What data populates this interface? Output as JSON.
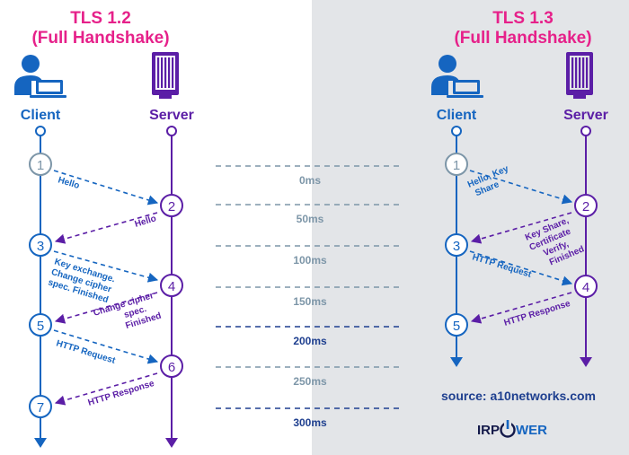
{
  "colors": {
    "magenta": "#e6218a",
    "blue": "#1565c0",
    "purple": "#5b1ea6",
    "slate": "#7d96a8",
    "navy": "#1e3f8f",
    "right_bg": "#e3e5e8"
  },
  "icons": {
    "client": "user-laptop-icon",
    "server": "server-rack-icon",
    "logo": "power-icon"
  },
  "tls12": {
    "title": "TLS 1.2",
    "subtitle": "(Full Handshake)",
    "client_label": "Client",
    "server_label": "Server",
    "steps": [
      "1",
      "2",
      "3",
      "4",
      "5",
      "6",
      "7"
    ],
    "messages": {
      "hello_c": "Hello",
      "hello_s": "Hello",
      "key_1": "Key exchange.",
      "key_2": "Change cipher",
      "key_3": "spec. Finished",
      "ccs_1": "Change cipher",
      "ccs_2": "spec.",
      "ccs_3": "Finished",
      "http_req": "HTTP Request",
      "http_resp": "HTTP Response"
    }
  },
  "tls13": {
    "title": "TLS 1.3",
    "subtitle": "(Full Handshake)",
    "client_label": "Client",
    "server_label": "Server",
    "steps": [
      "1",
      "2",
      "3",
      "4",
      "5"
    ],
    "messages": {
      "hello_1": "Hello, Key",
      "hello_2": "Share",
      "ks_1": "Key Share,",
      "ks_2": "Certificate",
      "ks_3": "Verify,",
      "ks_4": "Finished",
      "http_req": "HTTP Request",
      "http_resp": "HTTP Response"
    }
  },
  "timeline": [
    "0ms",
    "50ms",
    "100ms",
    "150ms",
    "200ms",
    "250ms",
    "300ms"
  ],
  "source": "source: a10networks.com",
  "logo": {
    "part1": "IRP",
    "part2": "WER"
  }
}
